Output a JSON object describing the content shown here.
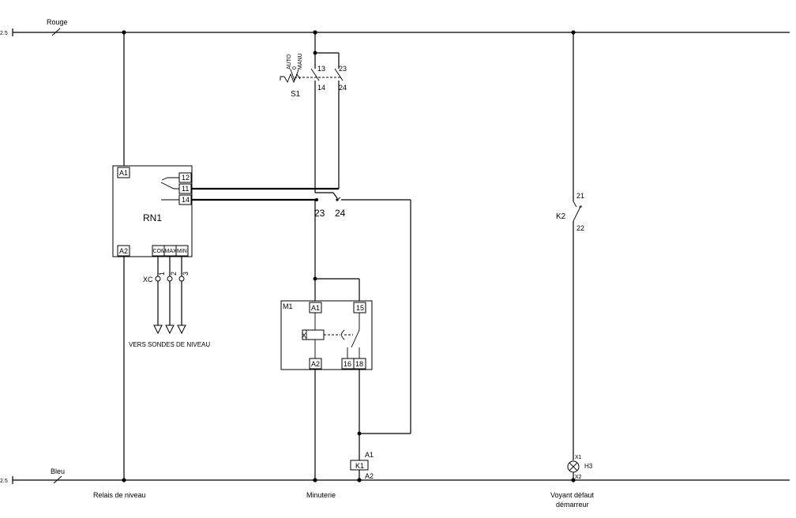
{
  "rails": {
    "top": {
      "label": "Rouge",
      "ref": "2.5"
    },
    "bottom": {
      "label": "Bleu",
      "ref": "2.5"
    }
  },
  "selector": {
    "tag": "S1",
    "positions": [
      "AUTO",
      "0",
      "MANU"
    ],
    "terminals": [
      "13",
      "14",
      "23",
      "24"
    ]
  },
  "level_relay": {
    "tag": "RN1",
    "supply": [
      "A1",
      "A2"
    ],
    "contacts": [
      "12",
      "11",
      "14"
    ],
    "probe_terminals": [
      "COM",
      "MAX",
      "MIN"
    ]
  },
  "probes": {
    "tag": "XC",
    "numbers": [
      "1",
      "2",
      "3"
    ],
    "caption": "VERS SONDES DE NIVEAU"
  },
  "timer": {
    "tag": "M1",
    "terminals": [
      "A1",
      "15",
      "A2",
      "16",
      "18"
    ],
    "x_mark": "X"
  },
  "contact_labels": [
    "23",
    "24"
  ],
  "contactor_coil": {
    "tag": "K1",
    "top": "A1",
    "bottom": "A2"
  },
  "aux_contact": {
    "tag": "K2",
    "top": "21",
    "bottom": "22"
  },
  "lamp": {
    "tag": "H3",
    "top": "X1",
    "bottom": "X2"
  },
  "captions": {
    "relais": "Relais de niveau",
    "minuterie": "Minuterie",
    "voyant_line1": "Voyant défaut",
    "voyant_line2": "démarreur"
  }
}
